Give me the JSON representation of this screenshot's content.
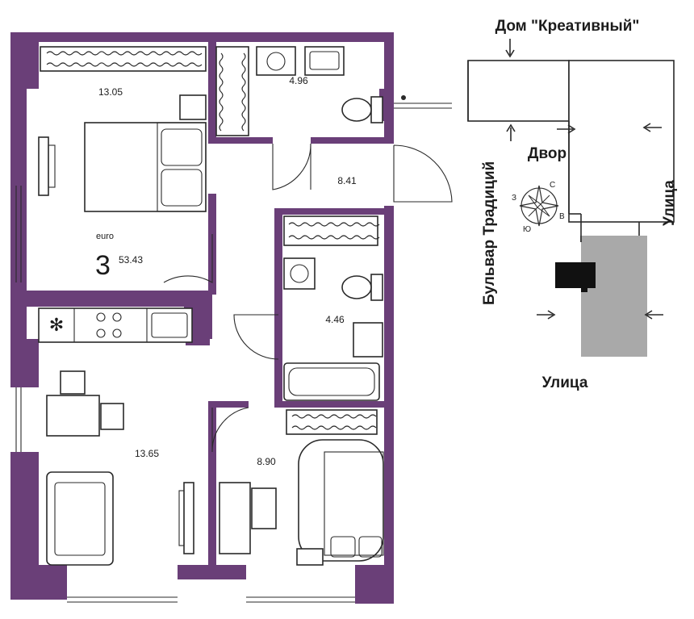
{
  "apartment": {
    "type_label": "euro",
    "rooms_count": "3",
    "total_area": "53.43"
  },
  "rooms": {
    "bedroom_top_left": "13.05",
    "bathroom_top": "4.96",
    "hallway": "8.41",
    "bathroom_middle": "4.46",
    "kitchen_living": "13.65",
    "bedroom_bottom": "8.90"
  },
  "site_plan": {
    "building_title": "Дом \"Креативный\"",
    "courtyard": "Двор",
    "boulevard": "Бульвар Традиций",
    "street_right": "Улица",
    "street_bottom": "Улица",
    "compass": {
      "n": "С",
      "e": "В",
      "s": "Ю",
      "w": "З"
    }
  },
  "colors": {
    "walls": "#6a3f78",
    "line": "#2a2a2a",
    "highlight_block": "#a9a9a9",
    "marker": "#111111"
  }
}
